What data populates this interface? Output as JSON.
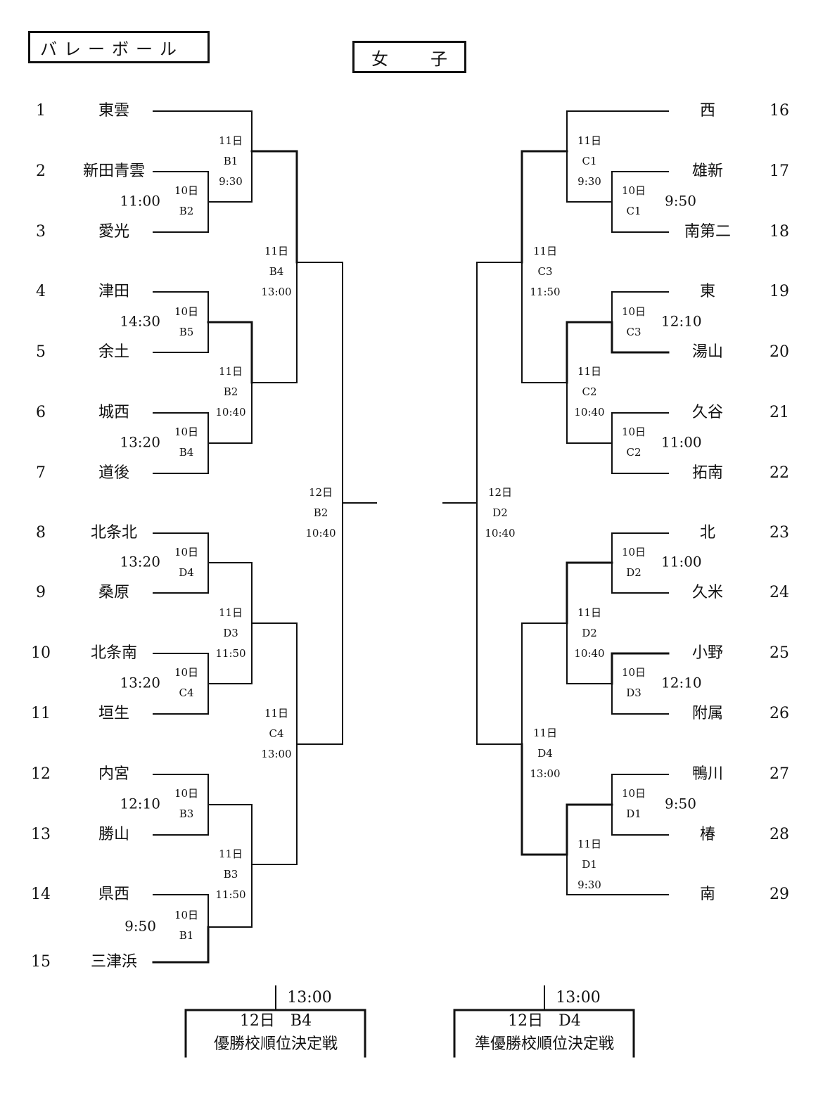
{
  "header": {
    "sport": "バレーボール",
    "gender": "女子"
  },
  "left_teams": [
    {
      "seed": "1",
      "name": "東雲"
    },
    {
      "seed": "2",
      "name": "新田青雲"
    },
    {
      "seed": "3",
      "name": "愛光"
    },
    {
      "seed": "4",
      "name": "津田"
    },
    {
      "seed": "5",
      "name": "余土"
    },
    {
      "seed": "6",
      "name": "城西"
    },
    {
      "seed": "7",
      "name": "道後"
    },
    {
      "seed": "8",
      "name": "北条北"
    },
    {
      "seed": "9",
      "name": "桑原"
    },
    {
      "seed": "10",
      "name": "北条南"
    },
    {
      "seed": "11",
      "name": "垣生"
    },
    {
      "seed": "12",
      "name": "内宮"
    },
    {
      "seed": "13",
      "name": "勝山"
    },
    {
      "seed": "14",
      "name": "県西"
    },
    {
      "seed": "15",
      "name": "三津浜"
    }
  ],
  "right_teams": [
    {
      "seed": "16",
      "name": "西"
    },
    {
      "seed": "17",
      "name": "雄新"
    },
    {
      "seed": "18",
      "name": "南第二"
    },
    {
      "seed": "19",
      "name": "東"
    },
    {
      "seed": "20",
      "name": "湯山"
    },
    {
      "seed": "21",
      "name": "久谷"
    },
    {
      "seed": "22",
      "name": "拓南"
    },
    {
      "seed": "23",
      "name": "北"
    },
    {
      "seed": "24",
      "name": "久米"
    },
    {
      "seed": "25",
      "name": "小野"
    },
    {
      "seed": "26",
      "name": "附属"
    },
    {
      "seed": "27",
      "name": "鴨川"
    },
    {
      "seed": "28",
      "name": "椿"
    },
    {
      "seed": "29",
      "name": "南"
    }
  ],
  "matches": [
    {
      "day": "10日",
      "court": "B2",
      "time": "11:00"
    },
    {
      "day": "10日",
      "court": "B5",
      "time": "14:30"
    },
    {
      "day": "10日",
      "court": "B4",
      "time": "13:20"
    },
    {
      "day": "10日",
      "court": "D4",
      "time": "13:20"
    },
    {
      "day": "10日",
      "court": "C4",
      "time": "13:20"
    },
    {
      "day": "10日",
      "court": "B3",
      "time": "12:10"
    },
    {
      "day": "10日",
      "court": "B1",
      "time": "9:50"
    },
    {
      "day": "11日",
      "court": "B1",
      "time": "9:30"
    },
    {
      "day": "11日",
      "court": "B2",
      "time": "10:40"
    },
    {
      "day": "11日",
      "court": "D3",
      "time": "11:50"
    },
    {
      "day": "11日",
      "court": "B3",
      "time": "11:50"
    },
    {
      "day": "11日",
      "court": "B4",
      "time": "13:00"
    },
    {
      "day": "11日",
      "court": "C4",
      "time": "13:00"
    },
    {
      "day": "12日",
      "court": "B2",
      "time": "10:40"
    },
    {
      "day": "10日",
      "court": "C1",
      "time": "9:50"
    },
    {
      "day": "10日",
      "court": "C3",
      "time": "12:10"
    },
    {
      "day": "10日",
      "court": "C2",
      "time": "11:00"
    },
    {
      "day": "10日",
      "court": "D2",
      "time": "11:00"
    },
    {
      "day": "10日",
      "court": "D3",
      "time": "12:10"
    },
    {
      "day": "10日",
      "court": "D1",
      "time": "9:50"
    },
    {
      "day": "11日",
      "court": "C1",
      "time": "9:30"
    },
    {
      "day": "11日",
      "court": "C2",
      "time": "10:40"
    },
    {
      "day": "11日",
      "court": "D2",
      "time": "10:40"
    },
    {
      "day": "11日",
      "court": "D1",
      "time": "9:30"
    },
    {
      "day": "11日",
      "court": "C3",
      "time": "11:50"
    },
    {
      "day": "11日",
      "court": "D4",
      "time": "13:00"
    },
    {
      "day": "12日",
      "court": "D2",
      "time": "10:40"
    }
  ],
  "finals": [
    {
      "time": "13:00",
      "match": "12日　B4",
      "title": "優勝校順位決定戦"
    },
    {
      "time": "13:00",
      "match": "12日　D4",
      "title": "準優勝校順位決定戦"
    }
  ]
}
